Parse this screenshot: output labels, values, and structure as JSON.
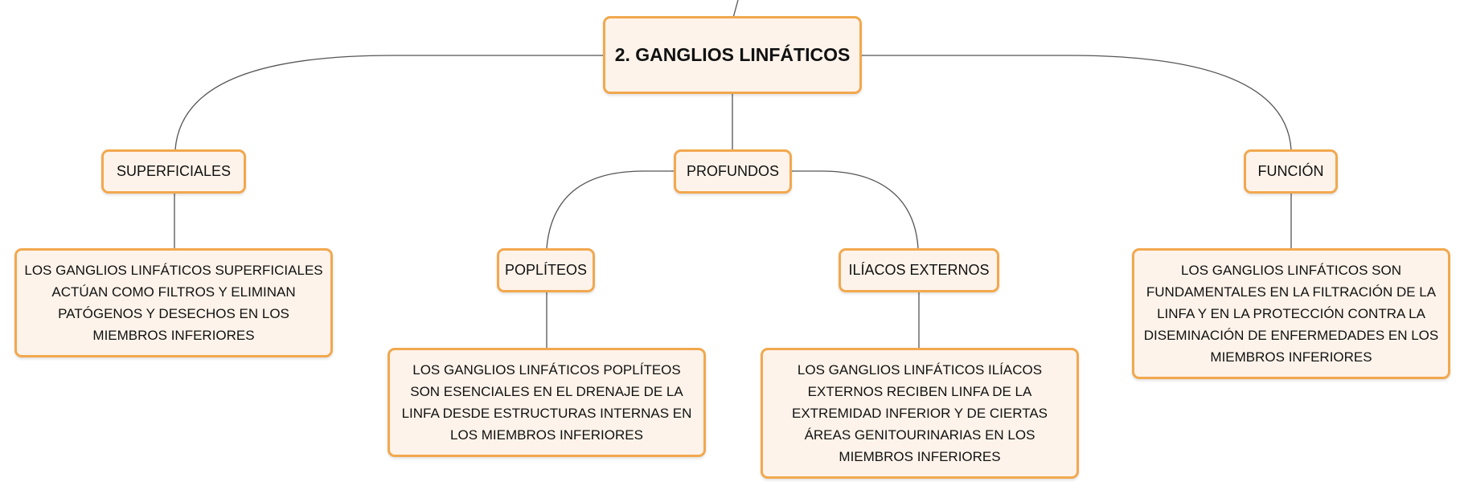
{
  "diagram": {
    "root": "2. GANGLIOS LINFÁTICOS",
    "superficiales": {
      "label": "SUPERFICIALES",
      "description": "LOS GANGLIOS LINFÁTICOS SUPERFICIALES ACTÚAN COMO FILTROS Y ELIMINAN PATÓGENOS Y DESECHOS EN LOS MIEMBROS INFERIORES"
    },
    "profundos": {
      "label": "PROFUNDOS",
      "popliteos": {
        "label": "POPLÍTEOS",
        "description": "LOS GANGLIOS LINFÁTICOS POPLÍTEOS SON ESENCIALES EN EL DRENAJE DE LA LINFA DESDE ESTRUCTURAS INTERNAS EN LOS MIEMBROS INFERIORES"
      },
      "iliacos": {
        "label": "ILÍACOS EXTERNOS",
        "description": "LOS GANGLIOS LINFÁTICOS ILÍACOS EXTERNOS RECIBEN LINFA DE LA EXTREMIDAD INFERIOR Y DE CIERTAS ÁREAS GENITOURINARIAS EN LOS MIEMBROS INFERIORES"
      }
    },
    "funcion": {
      "label": "FUNCIÓN",
      "description": "LOS GANGLIOS LINFÁTICOS SON FUNDAMENTALES EN LA FILTRACIÓN DE LA LINFA Y EN LA PROTECCIÓN CONTRA LA DISEMINACIÓN DE ENFERMEDADES EN LOS MIEMBROS INFERIORES"
    }
  },
  "colors": {
    "node_fill": "#fdf3ea",
    "node_border": "#f2a84e",
    "edge": "#555555",
    "text": "#111111"
  }
}
